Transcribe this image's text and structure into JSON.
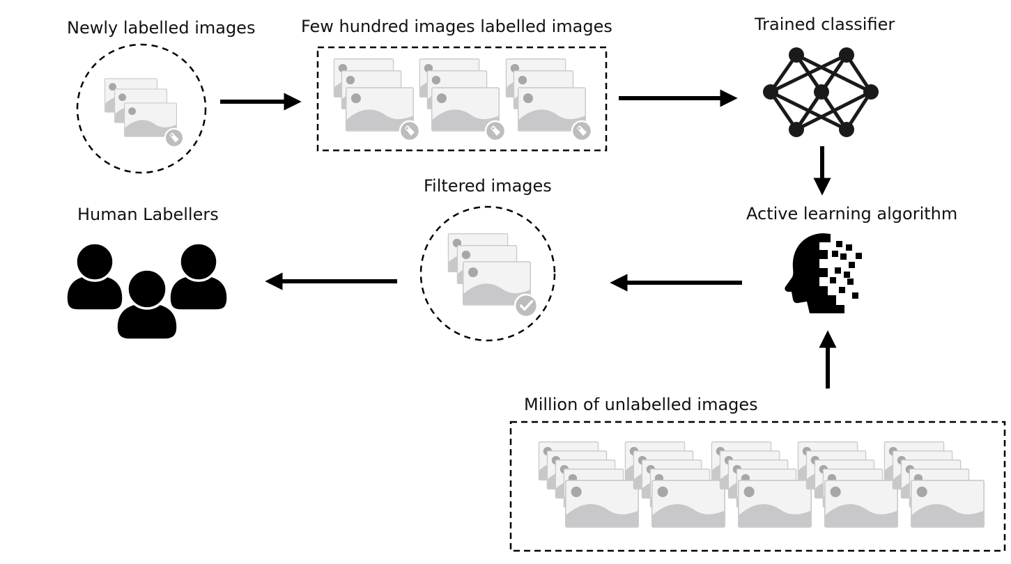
{
  "nodes": {
    "newly_labelled": {
      "label": "Newly labelled images",
      "badge_icon": "tag-icon"
    },
    "few_hundred": {
      "label": "Few hundred images labelled images",
      "badge_icon": "tag-icon"
    },
    "trained_classifier": {
      "label": "Trained classifier",
      "icon": "neural-network-icon"
    },
    "active_learning": {
      "label": "Active learning algorithm",
      "icon": "ai-head-icon"
    },
    "filtered": {
      "label": "Filtered images",
      "badge_icon": "check-icon"
    },
    "human_labellers": {
      "label": "Human Labellers",
      "icon": "people-group-icon"
    },
    "million_unlabelled": {
      "label": "Million of unlabelled images"
    }
  },
  "colors": {
    "text": "#111111",
    "stroke": "#000000",
    "photo_fill": "#f3f3f3",
    "photo_outline": "#c9c9cb",
    "photo_shade": "#c8c8ca",
    "photo_dot": "#a7a7aa",
    "badge_fill": "#bdbdc0"
  },
  "edges": [
    {
      "from": "newly_labelled",
      "to": "few_hundred"
    },
    {
      "from": "few_hundred",
      "to": "trained_classifier"
    },
    {
      "from": "trained_classifier",
      "to": "active_learning"
    },
    {
      "from": "million_unlabelled",
      "to": "active_learning"
    },
    {
      "from": "active_learning",
      "to": "filtered"
    },
    {
      "from": "filtered",
      "to": "human_labellers"
    }
  ]
}
